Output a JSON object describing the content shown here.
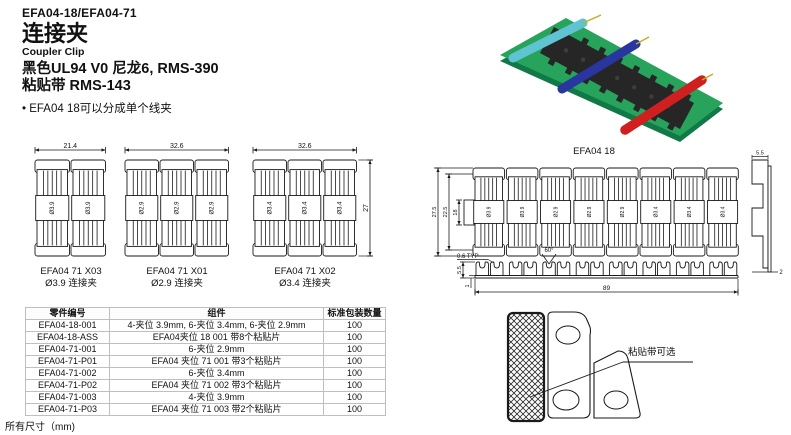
{
  "header": {
    "part_numbers": "EFA04-18/EFA04-71",
    "title_zh": "连接夹",
    "title_en": "Coupler Clip",
    "material_spec": "黑色UL94 V0 尼龙6, RMS-390",
    "tape_spec": "粘贴带 RMS-143",
    "bullet_marker": "•",
    "feature_bullet": "EFA04 18可以分成单个线夹"
  },
  "product_image": {
    "caption": "EFA04 18",
    "board_color": "#27a35b",
    "board_edge_color": "#117947",
    "clip_color": "#262626",
    "cable_colors": [
      "#5fc3d2",
      "#2a36a0",
      "#cf1f1f"
    ],
    "wire_tip_color": "#c2ae1c"
  },
  "figures": [
    {
      "name": "EFA04 71 X03",
      "caption": "Ø3.9 连接夹",
      "clips": 2,
      "clip_label": "Ø3.9",
      "dim_top": "21.4",
      "dim_right": null
    },
    {
      "name": "EFA04 71 X01",
      "caption": "Ø2.9 连接夹",
      "clips": 3,
      "clip_label": "Ø2.9",
      "dim_top": "32.6",
      "dim_right": null
    },
    {
      "name": "EFA04 71 X02",
      "caption": "Ø3.4 连接夹",
      "clips": 3,
      "clip_label": "Ø3.4",
      "dim_top": "32.6",
      "dim_right": "27"
    }
  ],
  "strip_figure": {
    "clip_labels": [
      "Ø3.9",
      "Ø3.9",
      "Ø2.9",
      "Ø2.9",
      "Ø2.9",
      "Ø3.4",
      "Ø3.4",
      "Ø3.4"
    ],
    "dim_outer_height": "27.5",
    "dim_mid_height": "22.5",
    "dim_tab_height": "18",
    "dim_pitch": "0.6 TYP",
    "dim_angle": "60°",
    "dim_profile_height": "5.5",
    "dim_base_thickness": "1",
    "dim_length": "89",
    "dim_side_width": "5.5",
    "dim_side_thickness": "2"
  },
  "section_figure": {
    "tape_label": "粘贴带可选"
  },
  "table": {
    "headers": [
      "零件编号",
      "组件",
      "标准包装数量"
    ],
    "rows": [
      [
        "EFA04-18-001",
        "4-夹位 3.9mm, 6-夹位 3.4mm, 6-夹位 2.9mm",
        "100"
      ],
      [
        "EFA04-18-ASS",
        "EFA04夹位 18 001 带8个粘贴片",
        "100"
      ],
      [
        "EFA04-71-001",
        "6-夹位 2.9mm",
        "100"
      ],
      [
        "EFA04-71-P01",
        "EFA04 夹位 71 001 带3个粘贴片",
        "100"
      ],
      [
        "EFA04-71-002",
        "6-夹位 3.4mm",
        "100"
      ],
      [
        "EFA04-71-P02",
        "EFA04 夹位 71 002 带3个粘贴片",
        "100"
      ],
      [
        "EFA04-71-003",
        "4-夹位 3.9mm",
        "100"
      ],
      [
        "EFA04-71-P03",
        "EFA04 夹位 71 003 带2个粘贴片",
        "100"
      ]
    ]
  },
  "footer_note": "所有尺寸（mm)"
}
